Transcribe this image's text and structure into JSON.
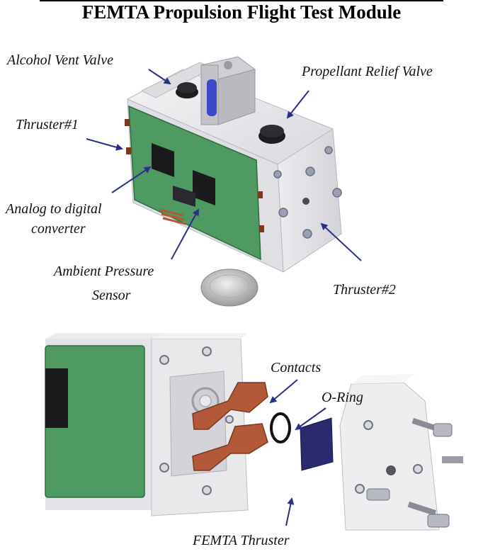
{
  "title": "FEMTA Propulsion Flight Test Module",
  "labels": {
    "alcohol_vent_valve": "Alcohol Vent Valve",
    "propellant_relief_valve": "Propellant Relief Valve",
    "thruster_1": "Thruster#1",
    "adc_line1": "Analog to digital",
    "adc_line2": "converter",
    "pressure_line1": "Ambient Pressure",
    "pressure_line2": "Sensor",
    "thruster_2": "Thruster#2",
    "contacts": "Contacts",
    "o_ring": "O-Ring",
    "femta_thruster": "FEMTA Thruster"
  },
  "colors": {
    "arrow": "#2b2f8c",
    "pcb_green": "#4f9a62",
    "aluminum": "#e9e9ec",
    "copper": "#b4583a",
    "femta_chip": "#2b2a6e"
  }
}
